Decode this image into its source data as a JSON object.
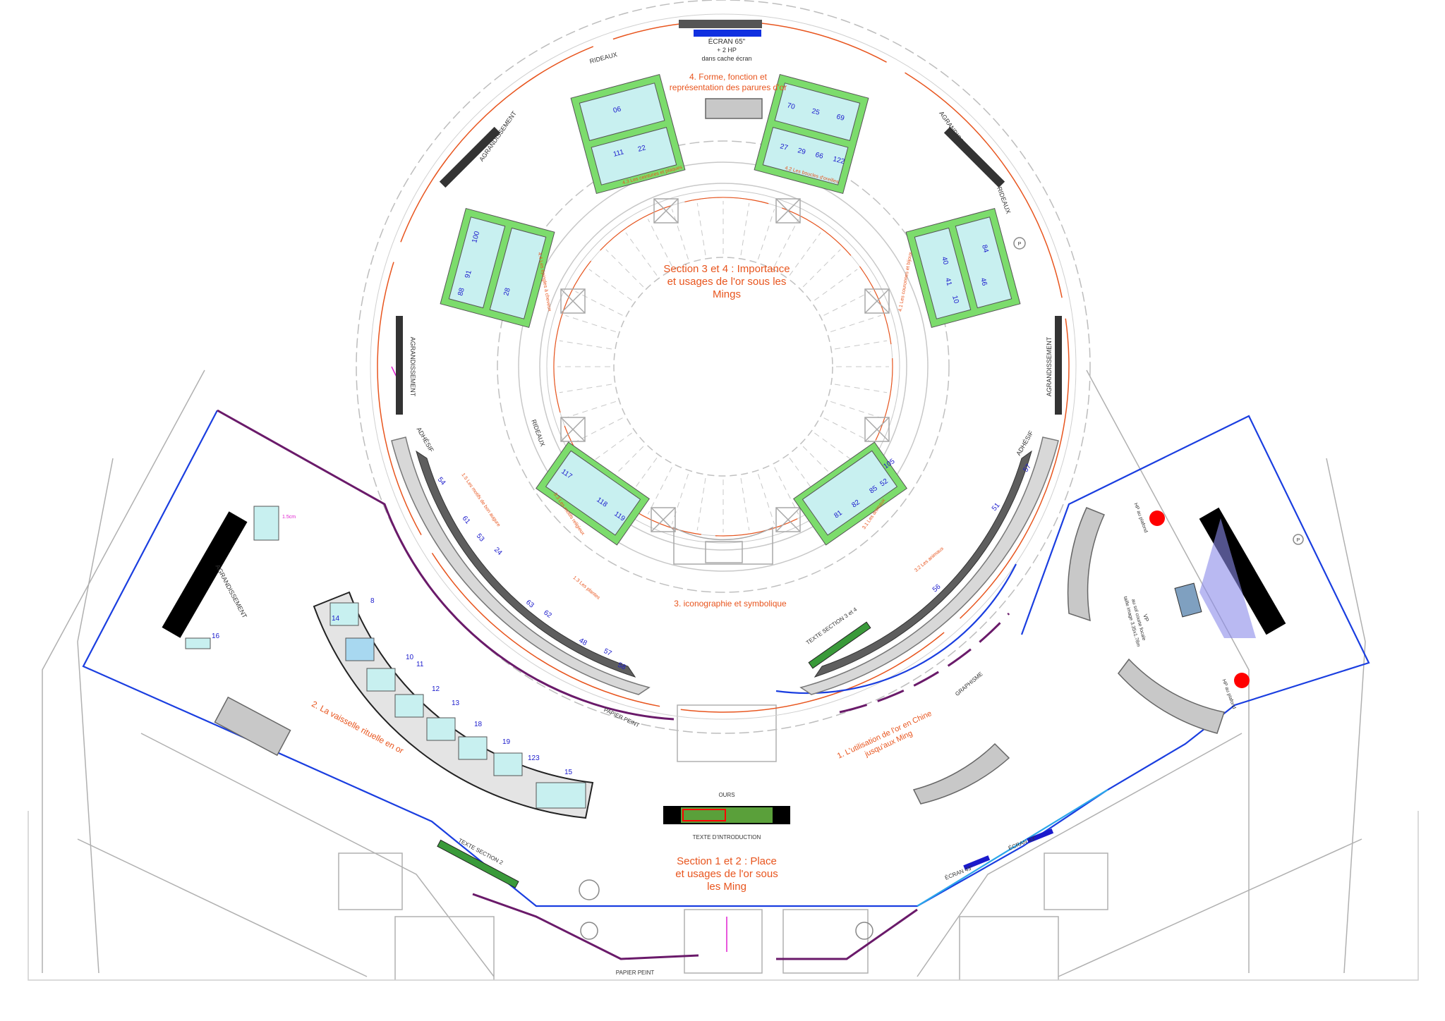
{
  "sections": {
    "s34_line1": "Section 3 et 4 : Importance",
    "s34_line2": "et usages de l'or sous les",
    "s34_line3": "Mings",
    "s12_line1": "Section 1 et 2 : Place",
    "s12_line2": "et usages de l'or sous",
    "s12_line3": "les Ming",
    "s4_line1": "4. Forme, fonction et",
    "s4_line2": "représentation des parures d'or",
    "s3": "3. iconographie et symbolique",
    "s2": "2. La vaisselle rituelle en or",
    "s1_line1": "1. L'utilisation de l'or en Chine",
    "s1_line2": "jusqu'aux Ming"
  },
  "subsections": {
    "s43": "4.3 Les ceintures et plaques",
    "s42": "4.2 Les boucles d'oreilles",
    "s44": "4.4 Les épingles à cheveux",
    "s41": "4.1 Les couronnes et bijoux",
    "s33": "3.3 Les motifs religieux",
    "s31": "3.1 Les animaux",
    "s32": "3.2 Les animaux",
    "s15": "1.5 Les motifs de bon augure",
    "s13": "1.3 Les plantes"
  },
  "labels": {
    "ecran65_line1": "ÉCRAN 65\"",
    "ecran65_line2": "+ 2 HP",
    "ecran65_line3": "dans cache écran",
    "rideaux": "RIDEAUX",
    "agrandissement": "AGRANDISSEMENT",
    "adhesif": "ADHÉSIF",
    "papier_peint": "PAPIER PEINT",
    "graphisme": "GRAPHISME",
    "texte_section34": "TEXTE SECTION 3 et 4",
    "texte_section2": "TEXTE SECTION 2",
    "texte_intro": "TEXTE D'INTRODUCTION",
    "ours": "OURS",
    "ecran43": "ÉCRAN 43\"",
    "hp_plafond": "HP au plafond",
    "vp_line1": "VP",
    "vp_line2": "au sol courte focale",
    "vp_line3": "taille image 3.35x1.78m",
    "p_marker": "P",
    "magenta_label": "1.5cm"
  },
  "case_numbers": {
    "c4_3": [
      "06",
      "111",
      "22"
    ],
    "c4_2": [
      "70",
      "25",
      "69",
      "27",
      "29",
      "66",
      "122"
    ],
    "c4_4": [
      "100",
      "91",
      "88",
      "28"
    ],
    "c4_1": [
      "84",
      "40",
      "41",
      "46",
      "10"
    ],
    "c3_3": [
      "117",
      "118",
      "119"
    ],
    "c3_1": [
      "81",
      "82",
      "85",
      "52",
      "105"
    ],
    "wall_left": [
      "54",
      "61",
      "53",
      "24",
      "63",
      "62",
      "48",
      "57",
      "58"
    ],
    "wall_right": [
      "57",
      "51",
      "56"
    ],
    "s2_cases": [
      "14",
      "8",
      "10",
      "11",
      "12",
      "13",
      "18",
      "19",
      "123",
      "15",
      "16"
    ]
  },
  "colors": {
    "orange": "#e8551e",
    "blue_line": "#1a3ee0",
    "purple_line": "#6a1a6a",
    "case_green": "#7cdc6c",
    "case_cyan": "#c8f0f0",
    "red_speaker": "#ff0000",
    "projection": "#6a6ae6"
  }
}
